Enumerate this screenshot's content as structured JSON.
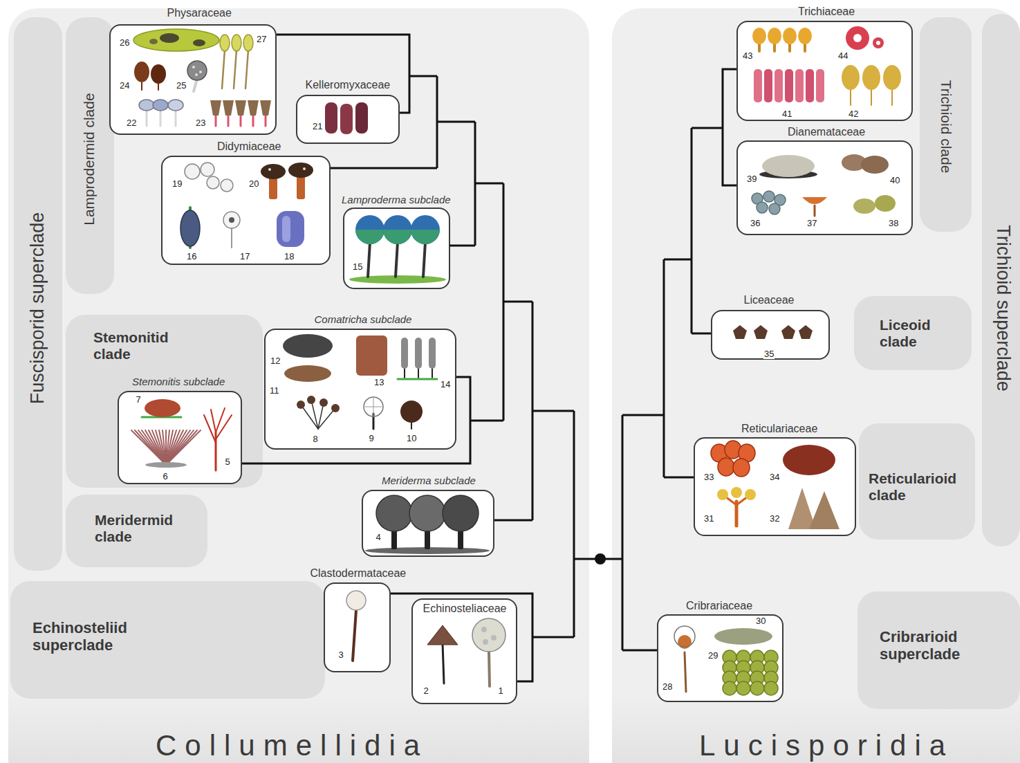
{
  "diagram": {
    "nodes": [
      {
        "text": [
          "Collumellidia"
        ]
      },
      {
        "text": [
          "Fuscisporid superclade"
        ],
        "in": 0
      },
      {
        "text": [
          "Lamprodermid clade"
        ],
        "in": 0
      },
      {
        "text": [
          "Physaraceae"
        ],
        "in": 0
      },
      {
        "text": [
          "Kelleromyxaceae"
        ],
        "in": 0
      },
      {
        "text": [
          "Didymiaceae"
        ],
        "in": 0
      },
      {
        "text": [
          "Lamproderma subclade"
        ],
        "in": 0
      },
      {
        "text": [
          "Stemonitid clade"
        ],
        "in": 0
      },
      {
        "text": [
          "Comatricha subclade"
        ],
        "in": 0
      },
      {
        "text": [
          "Stemonitis subclade"
        ],
        "in": 0
      },
      {
        "text": [
          "Meridermid clade"
        ],
        "in": 0
      },
      {
        "text": [
          "Meriderma subclade"
        ],
        "in": 0
      },
      {
        "text": [
          "Echinosteliid superclade"
        ],
        "in": 0
      },
      {
        "text": [
          "Clastodermataceae"
        ],
        "in": 0
      },
      {
        "text": [
          "Echinosteliaceae"
        ],
        "in": 0
      },
      {
        "text": [
          "Lucisporidia"
        ]
      },
      {
        "text": [
          "Trichiaceae"
        ],
        "in": 15
      },
      {
        "text": [
          "Trichioid clade"
        ],
        "in": 15
      },
      {
        "text": [
          "Trichioid superclade"
        ],
        "in": 15
      },
      {
        "text": [
          "Dianemataceae"
        ],
        "in": 15
      },
      {
        "text": [
          "Liceaceae"
        ],
        "in": 15
      },
      {
        "text": [
          "Liceoid clade"
        ],
        "in": 15
      },
      {
        "text": [
          "Reticulariaceae"
        ],
        "in": 15
      },
      {
        "text": [
          "Reticularioid clade"
        ],
        "in": 15
      },
      {
        "text": [
          "Cribrariaceae"
        ],
        "in": 15
      },
      {
        "text": [
          "Cribrarioid superclade"
        ],
        "in": 15
      }
    ],
    "edges": [
      {
        "from": 3,
        "to": 4,
        "arrow": "none"
      },
      {
        "from": 8,
        "to": 9,
        "arrow": "none"
      },
      {
        "from": 13,
        "to": 14,
        "arrow": "none"
      },
      {
        "from": 16,
        "to": 19,
        "arrow": "none"
      }
    ],
    "labels": [
      "26",
      "27",
      "24",
      "25",
      "22",
      "23",
      "21",
      "19",
      "20",
      "16",
      "17",
      "18",
      "15",
      "12",
      "11",
      "13",
      "14",
      "8",
      "9",
      "10",
      "7",
      "5",
      "6",
      "4",
      "3",
      "2",
      "1",
      "43",
      "44",
      "41",
      "42",
      "39",
      "40",
      "36",
      "37",
      "38",
      "35",
      "33",
      "34",
      "31",
      "32",
      "30",
      "29",
      "28"
    ]
  }
}
